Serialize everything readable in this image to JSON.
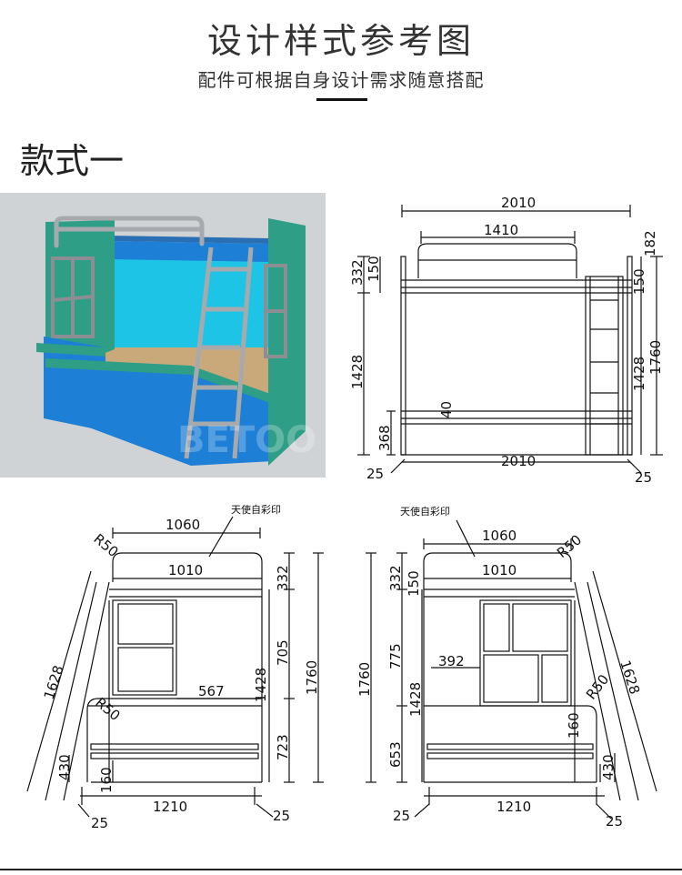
{
  "header": {
    "title": "设计样式参考图",
    "subtitle": "配件可根据自身设计需求随意搭配"
  },
  "section": {
    "label": "款式一"
  },
  "watermark": "BETOO",
  "front_view": {
    "total_width": "2010",
    "rail_width": "1410",
    "rail_height": "182",
    "top_height": "332",
    "top_gap": "150",
    "side_gap": "150",
    "lower_height": "1428",
    "lower_height_right": "1428",
    "total_height": "1760",
    "bottom_height": "368",
    "slat": "40",
    "bottom_width": "2010",
    "leg_left": "25",
    "leg_right": "25"
  },
  "side_left": {
    "note": "天使自彩印",
    "top_width": "1060",
    "corner_radius": "R50",
    "inner_width": "1010",
    "top_height": "332",
    "mid_height": "705",
    "width_567": "567",
    "lower_height": "1428",
    "desk_height": "723",
    "total_height": "1760",
    "ladder_length": "1628",
    "desk_radius": "R50",
    "step_height": "430",
    "shelf_height": "160",
    "bottom_width": "1210",
    "leg_left": "25",
    "leg_right": "25"
  },
  "side_right": {
    "note": "天使自彩印",
    "top_width": "1060",
    "corner_radius": "R50",
    "inner_width": "1010",
    "top_height": "332",
    "top_gap": "150",
    "mid_height": "775",
    "shelf_width": "392",
    "lower_height": "1428",
    "total_height": "1760",
    "desk_height": "653",
    "ladder_length": "1628",
    "desk_radius": "R50",
    "shelf_height": "160",
    "step_height": "430",
    "bottom_width": "1210",
    "leg_left": "25",
    "leg_right": "25"
  },
  "colors": {
    "teal": "#2e9e86",
    "sky": "#1ec4e6",
    "blue": "#1d7fd6",
    "wood": "#c8a878",
    "panel_bg": "#cfd3d6"
  }
}
